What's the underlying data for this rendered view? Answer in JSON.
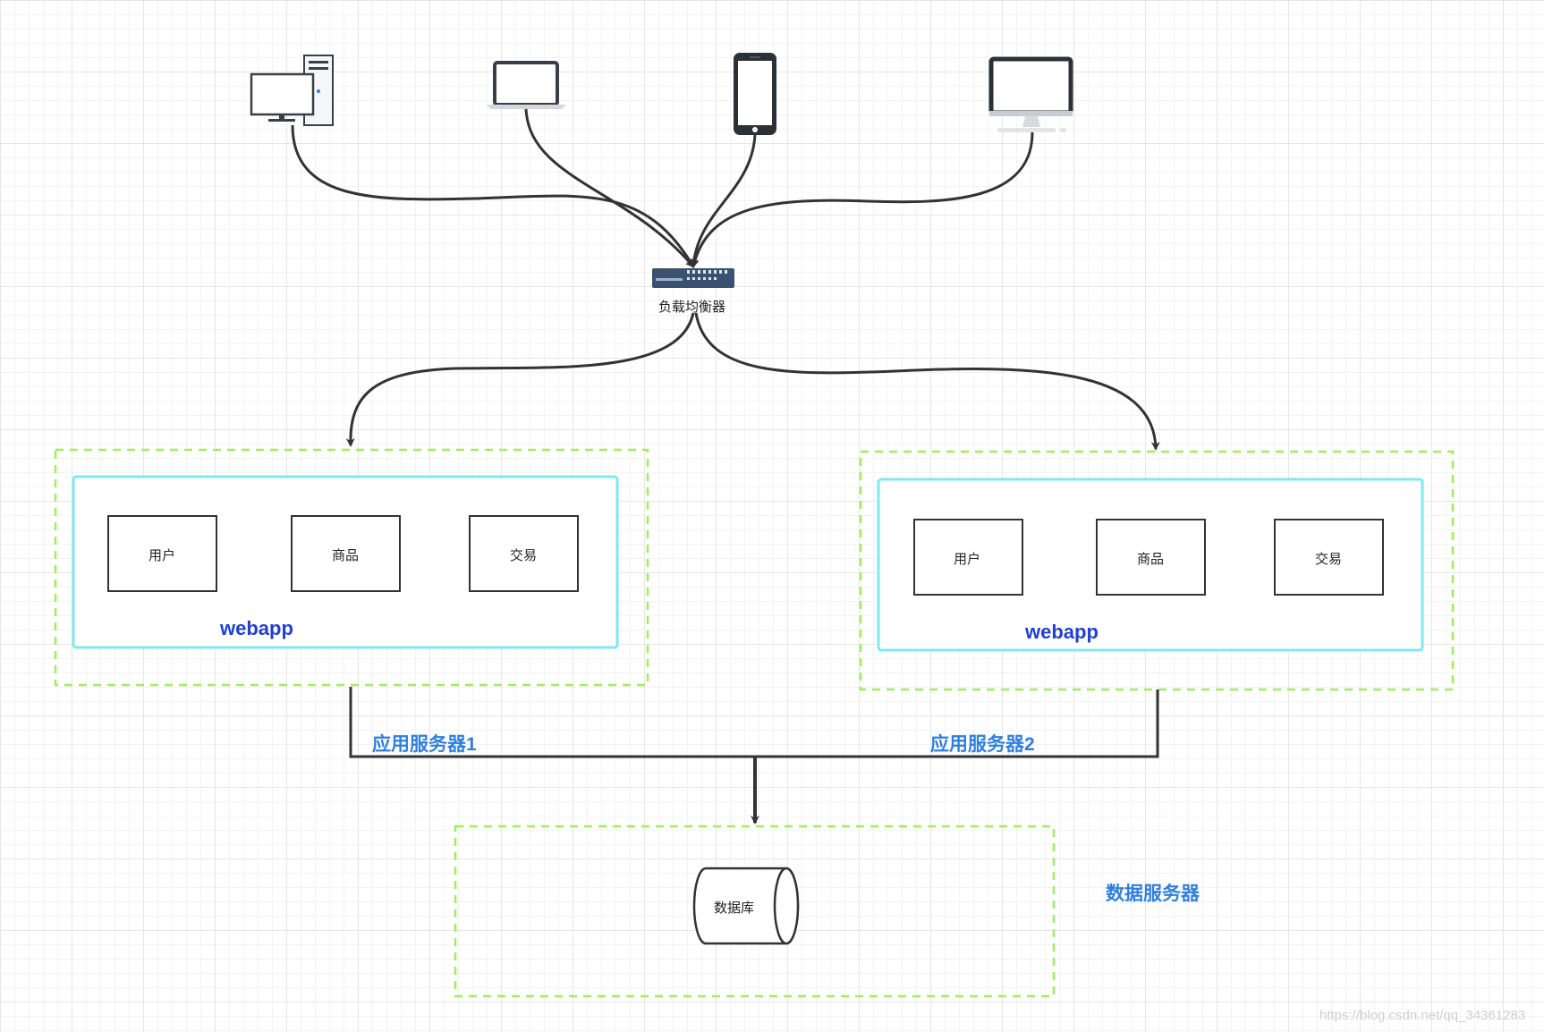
{
  "load_balancer": {
    "label": "负载均衡器"
  },
  "app_servers": [
    {
      "label": "应用服务器1",
      "webapp_label": "webapp",
      "modules": [
        "用户",
        "商品",
        "交易"
      ]
    },
    {
      "label": "应用服务器2",
      "webapp_label": "webapp",
      "modules": [
        "用户",
        "商品",
        "交易"
      ]
    }
  ],
  "data_server": {
    "label": "数据服务器",
    "database_label": "数据库"
  },
  "clients": [
    "desktop-tower-icon",
    "laptop-icon",
    "smartphone-icon",
    "imac-icon"
  ],
  "colors": {
    "dashed_border": "#9eef5a",
    "webapp_border": "#7fe8f0",
    "webapp_text": "#1f3fd6",
    "server_text": "#2f7fe0",
    "connector": "#333333"
  },
  "watermark": "https://blog.csdn.net/qq_34361283"
}
